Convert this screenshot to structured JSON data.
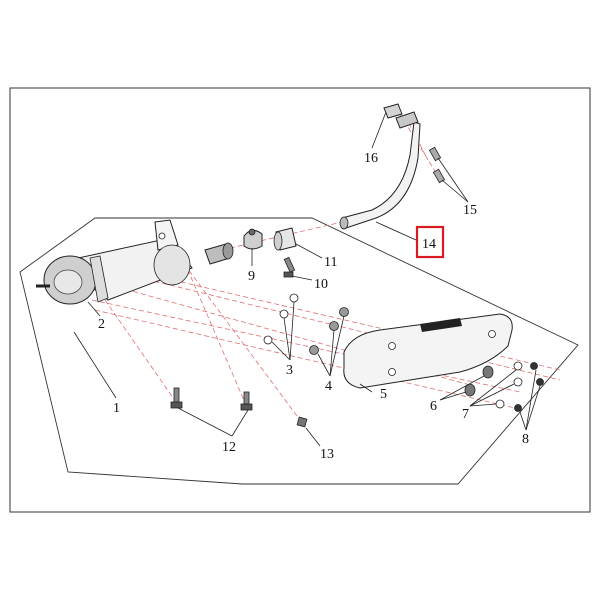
{
  "callouts": {
    "c1": "1",
    "c2": "2",
    "c3": "3",
    "c4": "4",
    "c5": "5",
    "c6": "6",
    "c7": "7",
    "c8": "8",
    "c9": "9",
    "c10": "10",
    "c11": "11",
    "c12": "12",
    "c13": "13",
    "c14": "14",
    "c15": "15",
    "c16": "16"
  },
  "highlight": {
    "part": "14",
    "color": "#d91a22"
  },
  "colors": {
    "line": "#222222",
    "hidden_line": "#e07070",
    "frame": "#333333",
    "fill": "#f4f4f4"
  }
}
